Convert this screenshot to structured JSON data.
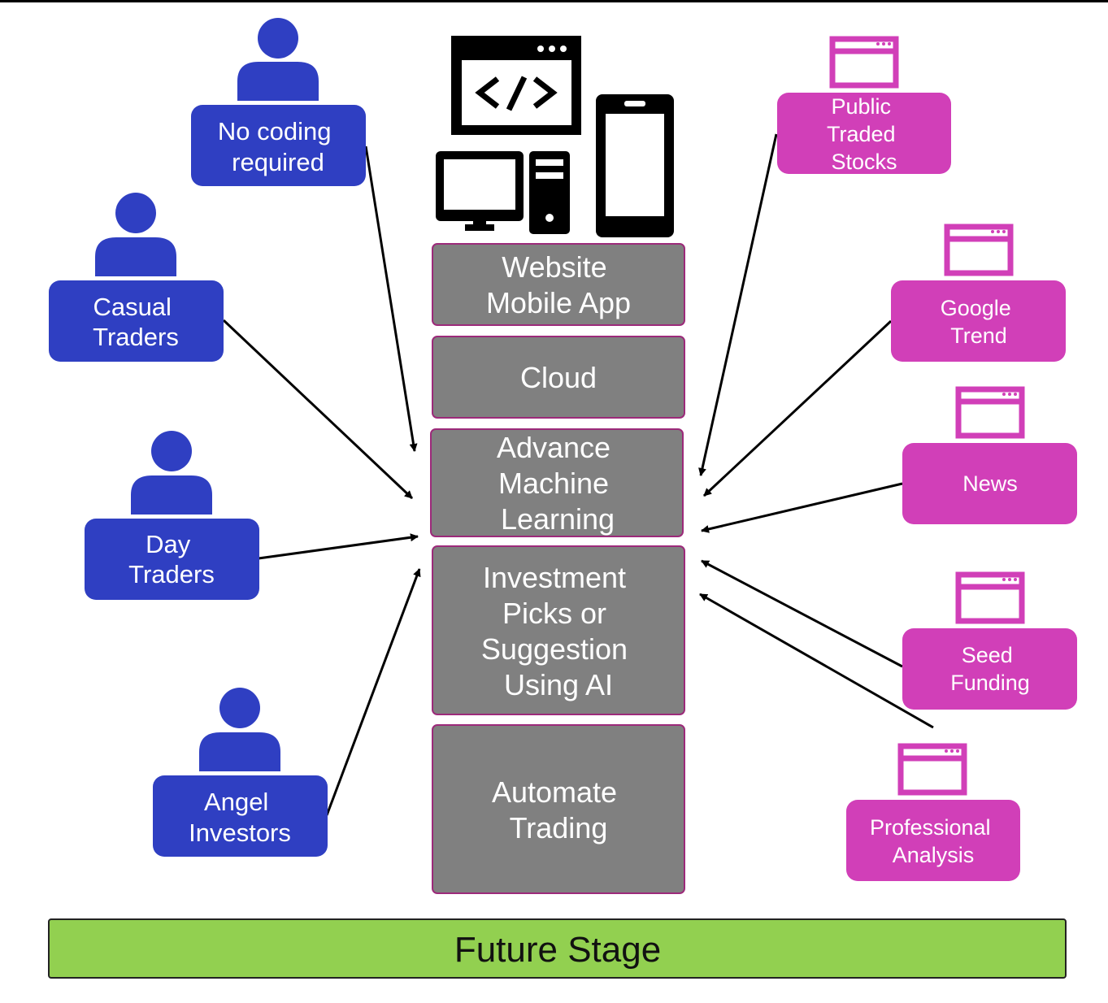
{
  "users": [
    {
      "id": "no-coding",
      "label": [
        "No coding",
        "required"
      ]
    },
    {
      "id": "casual-traders",
      "label": [
        "Casual",
        "Traders"
      ]
    },
    {
      "id": "day-traders",
      "label": [
        "Day",
        "Traders"
      ]
    },
    {
      "id": "angel-investors",
      "label": [
        "Angel",
        "Investors"
      ]
    }
  ],
  "sources": [
    {
      "id": "public-traded-stocks",
      "label": [
        "Public",
        "Traded",
        "Stocks"
      ]
    },
    {
      "id": "google-trend",
      "label": [
        "Google",
        "Trend"
      ]
    },
    {
      "id": "news",
      "label": [
        "News"
      ]
    },
    {
      "id": "seed-funding",
      "label": [
        "Seed",
        "Funding"
      ]
    },
    {
      "id": "professional-analysis",
      "label": [
        "Professional",
        "Analysis"
      ]
    }
  ],
  "stack": [
    {
      "id": "website-mobile-app",
      "label": [
        "Website",
        "Mobile App"
      ]
    },
    {
      "id": "cloud",
      "label": [
        "Cloud"
      ]
    },
    {
      "id": "advance-machine-learning",
      "label": [
        "Advance",
        "Machine",
        "Learning"
      ]
    },
    {
      "id": "investment-picks",
      "label": [
        "Investment",
        "Picks or",
        "Suggestion",
        "Using AI"
      ]
    },
    {
      "id": "automate-trading",
      "label": [
        "Automate",
        "Trading"
      ]
    }
  ],
  "footer": {
    "label": "Future Stage"
  },
  "colors": {
    "user": "#2f3fc2",
    "source": "#d13fb8",
    "source_icon": "#d13fb8",
    "stack_fill": "#808080",
    "stack_border": "#9c2a7a",
    "footer_fill": "#92d050"
  },
  "icons": {
    "user": "person-icon",
    "source": "browser-window-icon",
    "device_group": [
      "code-window-icon",
      "desktop-computer-icon",
      "smartphone-icon"
    ]
  }
}
